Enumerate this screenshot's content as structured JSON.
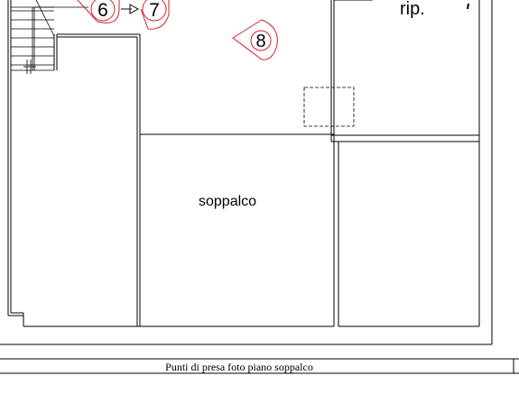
{
  "rooms": {
    "storage_label": "rip.",
    "mezzanine_label": "soppalco"
  },
  "markers": [
    {
      "number": "6"
    },
    {
      "number": "7"
    },
    {
      "number": "8"
    }
  ],
  "caption": "Punti di presa foto piano soppalco",
  "colors": {
    "line": "#000000",
    "marker": "#d0212a",
    "background": "#ffffff"
  }
}
